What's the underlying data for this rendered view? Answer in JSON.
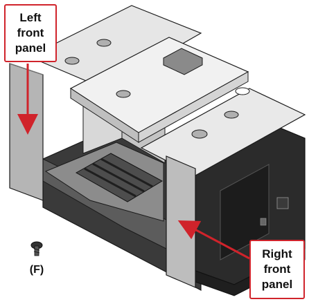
{
  "callouts": {
    "left_front_panel": "Left\nfront\npanel",
    "right_front_panel": "Right\nfront\npanel"
  },
  "part_label": "(F)",
  "icons": {
    "fastener": "screw-icon"
  },
  "colors": {
    "callout_border": "#d0232b",
    "arrow": "#d0232b",
    "panel_light": "#e6e6e6",
    "panel_mid": "#b5b5b5",
    "panel_dark": "#2b2b2b",
    "outline": "#1a1a1a"
  }
}
